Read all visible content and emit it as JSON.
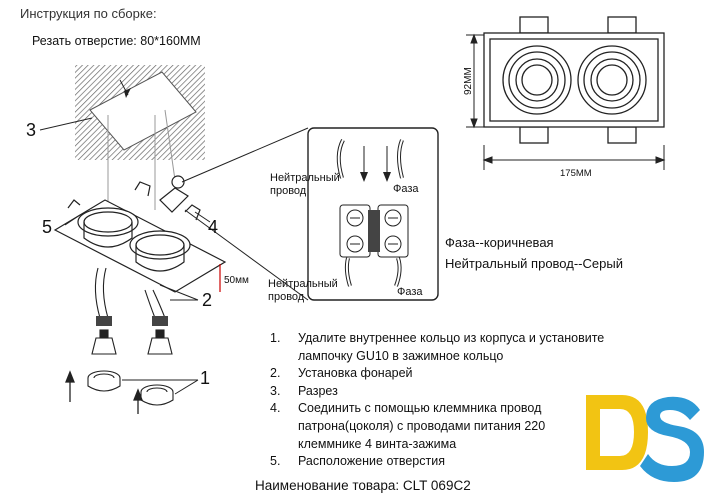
{
  "header": {
    "title": "Инструкция по сборке:"
  },
  "cutout": {
    "label": "Резать отверстие:",
    "size": "80*160MM"
  },
  "callouts": {
    "n1": "1",
    "n2": "2",
    "n3": "3",
    "n4": "4",
    "n5": "5"
  },
  "depth_label": "50мм",
  "wiring": {
    "neutral_top": [
      "Нейтральный",
      "провод"
    ],
    "phase_top": "Фаза",
    "neutral_bottom": [
      "Нейтральный",
      "провод"
    ],
    "phase_bottom": "Фаза"
  },
  "dimensions": {
    "height": "92MM",
    "width": "175MM"
  },
  "legend": {
    "phase": "Фаза--коричневая",
    "neutral": "Нейтральный провод--Серый"
  },
  "steps": [
    {
      "num": "1.",
      "lines": [
        "Удалите внутреннее кольцо из корпуса и установите",
        "лампочку GU10 в зажимное кольцо"
      ]
    },
    {
      "num": "2.",
      "lines": [
        "Установка фонарей"
      ]
    },
    {
      "num": "3.",
      "lines": [
        "Разрез"
      ]
    },
    {
      "num": "4.",
      "lines": [
        "Соединить с помощью клеммника провод",
        "патрона(цоколя) с проводами питания 220",
        "клеммнике 4 винта-зажима"
      ]
    },
    {
      "num": "5.",
      "lines": [
        "Расположение отверстия"
      ]
    }
  ],
  "product": {
    "label": "Наименование товара: CLT 069C2"
  },
  "logo": {
    "text": "DS",
    "colors": {
      "d": "#f2c413",
      "s": "#2d9ad6"
    }
  }
}
